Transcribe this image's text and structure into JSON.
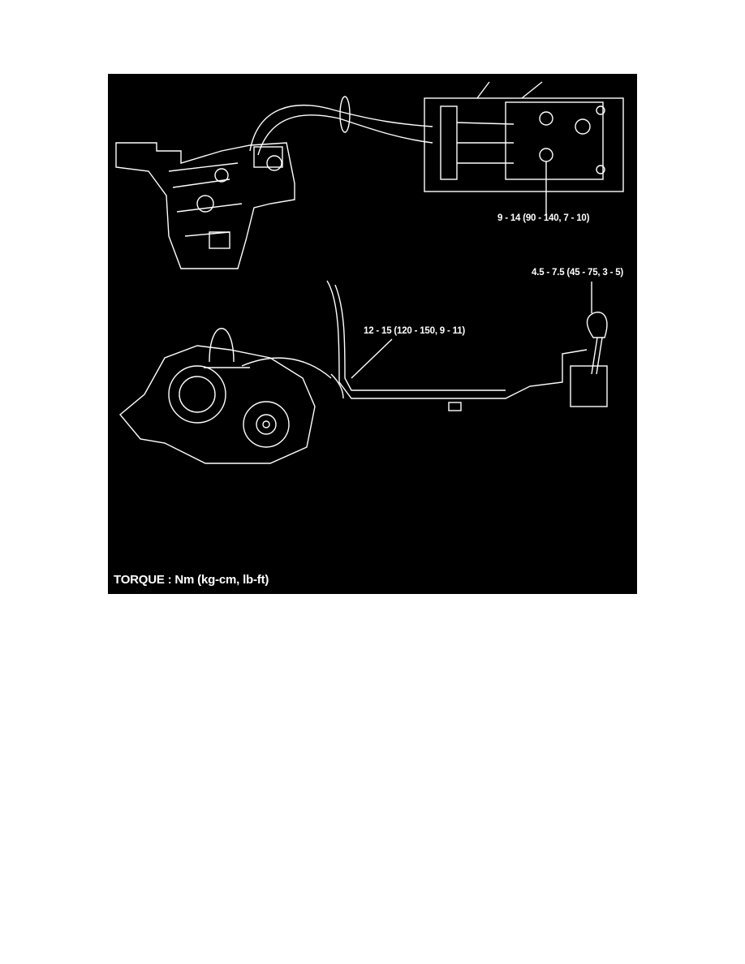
{
  "figure": {
    "background_color": "#000000",
    "line_color": "#ffffff",
    "callouts": {
      "shifter_bolts": "9 - 14 (90 - 140, 7 - 10)",
      "lever_knob": "4.5 - 7.5 (45 - 75, 3 - 5)",
      "bracket_bolts": "12 - 15 (120 - 150, 9 - 11)"
    },
    "legend": "TORQUE : Nm (kg-cm, lb-ft)"
  }
}
